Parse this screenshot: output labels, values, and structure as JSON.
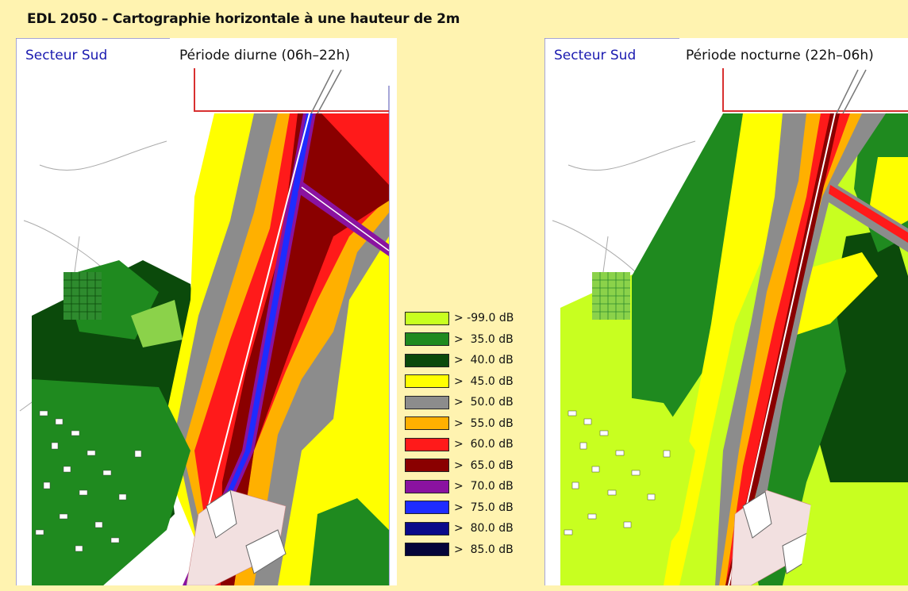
{
  "title": "EDL 2050 – Cartographie horizontale à une hauteur de 2m",
  "panels": {
    "day": {
      "sector": "Secteur Sud",
      "period": "Période diurne (06h–22h)"
    },
    "night": {
      "sector": "Secteur Sud",
      "period": "Période nocturne (22h–06h)"
    }
  },
  "legend": [
    {
      "label": "> -99.0 dB",
      "color": "#c8ff20"
    },
    {
      "label": ">  35.0 dB",
      "color": "#1f8a1f"
    },
    {
      "label": ">  40.0 dB",
      "color": "#0b4a0b"
    },
    {
      "label": ">  45.0 dB",
      "color": "#ffff00"
    },
    {
      "label": ">  50.0 dB",
      "color": "#8c8c8c"
    },
    {
      "label": ">  55.0 dB",
      "color": "#ffb000"
    },
    {
      "label": ">  60.0 dB",
      "color": "#ff1a1a"
    },
    {
      "label": ">  65.0 dB",
      "color": "#8a0000"
    },
    {
      "label": ">  70.0 dB",
      "color": "#8a12a0"
    },
    {
      "label": ">  75.0 dB",
      "color": "#1e2cff"
    },
    {
      "label": ">  80.0 dB",
      "color": "#0a0a8a"
    },
    {
      "label": ">  85.0 dB",
      "color": "#05053a"
    }
  ]
}
